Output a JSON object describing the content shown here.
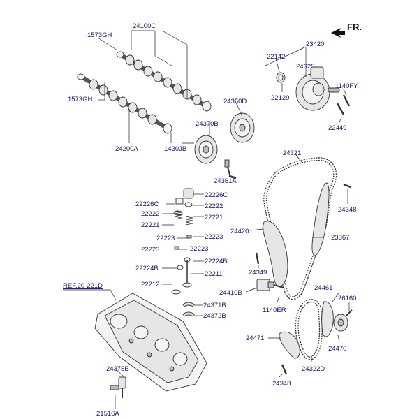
{
  "direction_label": "FR.",
  "ref_label": "REF.20-221D",
  "labels": {
    "p24100C": "24100C",
    "p1573GH_top": "1573GH",
    "p1573GH_mid": "1573GH",
    "p24200A": "24200A",
    "p1430JB": "1430JB",
    "p24370B": "24370B",
    "p24361A": "24361A",
    "p24350D": "24350D",
    "p22142": "22142",
    "p22129": "22129",
    "p23420": "23420",
    "p24625": "24625",
    "p1140FY": "1140FY",
    "p22449": "22449",
    "p24321": "24321",
    "p24348_top": "24348",
    "p23367": "23367",
    "p24420": "24420",
    "p24349": "24349",
    "p24410B": "24410B",
    "p1140ER": "1140ER",
    "p24461": "24461",
    "p26160": "26160",
    "p24470": "24470",
    "p24471": "24471",
    "p24322D": "24322D",
    "p24348_bot": "24348",
    "p22226C_l": "22226C",
    "p22226C_r": "22226C",
    "p22222_l": "22222",
    "p22222_r": "22222",
    "p22221_l": "22221",
    "p22221_r": "22221",
    "p22223_a": "22223",
    "p22223_b": "22223",
    "p22223_c": "22223",
    "p22224B_l": "22224B",
    "p22224B_r": "22224B",
    "p22211": "22211",
    "p22212": "22212",
    "p24371B": "24371B",
    "p24372B": "24372B",
    "p24375B": "24375B",
    "p21516A": "21516A"
  }
}
